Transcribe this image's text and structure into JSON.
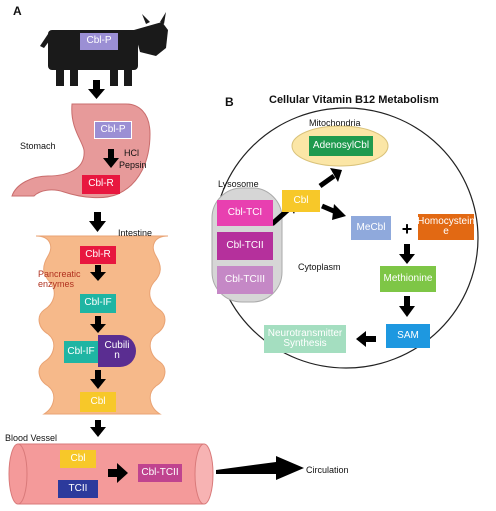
{
  "panel_a": {
    "label": "A",
    "cow": {
      "box": "Cbl-P"
    },
    "stomach": {
      "label": "Stomach",
      "box_top": "Cbl-P",
      "hcl": "HCl",
      "pepsin": "Pepsin",
      "box_bottom": "Cbl-R"
    },
    "intestine": {
      "label": "Intestine",
      "box1": "Cbl-R",
      "pancreatic": "Pancreatic",
      "enzymes": "enzymes",
      "box2": "Cbl-IF",
      "box3": "Cbl-IF",
      "cubilin_line1": "Cubili",
      "cubilin_line2": "n",
      "box4": "Cbl"
    },
    "blood": {
      "label": "Blood Vessel",
      "cbl": "Cbl",
      "tcii": "TCII",
      "cbl_tcii": "Cbl-TCII",
      "circulation": "Circulation"
    }
  },
  "panel_b": {
    "label": "B",
    "title": "Cellular Vitamin B12 Metabolism",
    "mitochondria": "Mitochondria",
    "adenosylcbl": "AdenosylCbl",
    "lysosome": "Lysosome",
    "cbl_tci": "Cbl-TCI",
    "cbl_tcii": "Cbl-TCII",
    "cbl_tciii": "Cbl-TCIII",
    "cbl": "Cbl",
    "mecbl": "MeCbl",
    "plus": "+",
    "homocysteine_line1": "Homocystein",
    "homocysteine_line2": "e",
    "cytoplasm": "Cytoplasm",
    "methionine": "Methionine",
    "sam": "SAM",
    "neuro_line1": "Neurotransmitter",
    "neuro_line2": "Synthesis"
  },
  "colors": {
    "cow": "#1a1a1a",
    "stomach": "#e79a9a",
    "intestine": "#f6b98a",
    "vessel": "#f49a9a",
    "cbl_p": "#9b8fd4",
    "cbl_r": "#e8173f",
    "cbl_if": "#1fb5a3",
    "cubilin": "#5a2d91",
    "cbl": "#f7c829",
    "tcii": "#2c3a9c",
    "cbl_tcii": "#c0438f",
    "adenosylcbl": "#1f9a4e",
    "mito": "#fbe6a6",
    "lysosome": "#d6d6d6",
    "cbl_tci": "#e840b0",
    "cbl_tcii_b": "#b5309c",
    "cbl_tciii": "#c588c6",
    "mecbl": "#8fa9dc",
    "homocysteine": "#e26913",
    "methionine": "#7ec646",
    "sam": "#1e98e0",
    "neuro": "#a4dec0"
  }
}
